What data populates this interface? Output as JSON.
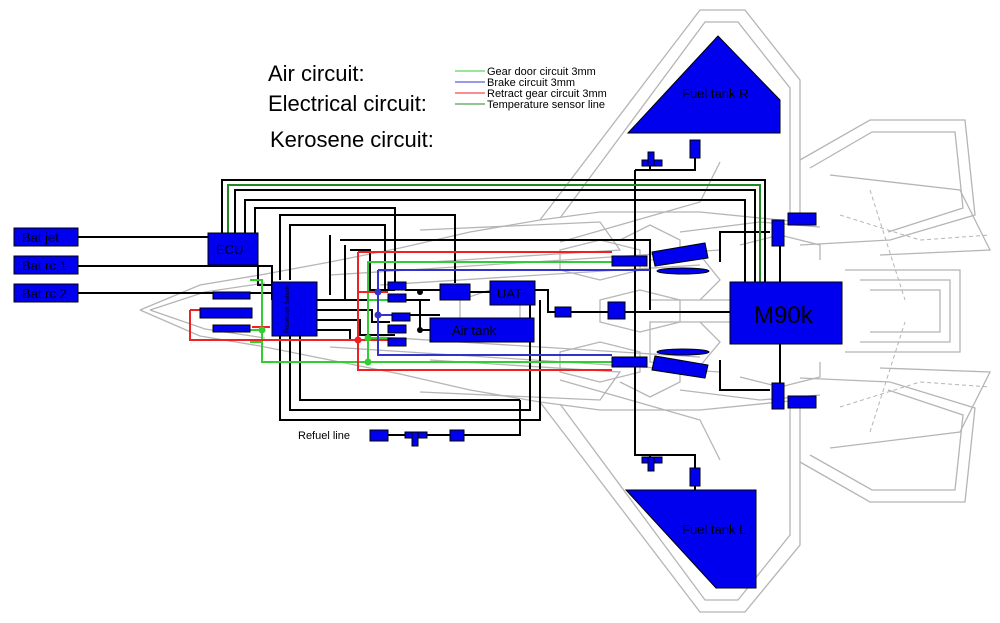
{
  "titles": {
    "air": "Air circuit:",
    "electrical": "Electrical circuit:",
    "kerosene": "Kerosene circuit:"
  },
  "legend": [
    {
      "label": "Gear door circuit 3mm",
      "color": "#33cc33"
    },
    {
      "label": "Brake circuit 3mm",
      "color": "#3333cc"
    },
    {
      "label": "Retract gear circuit 3mm",
      "color": "#ee2222"
    },
    {
      "label": "Temperature sensor line",
      "color": "#228822"
    }
  ],
  "components": {
    "bat_jet": "Bat jet",
    "bat_rc1": "Bat rc 1",
    "bat_rc2": "Bat rc 2",
    "ecu": "ECU",
    "powerbox": "Powerbox Sensor",
    "uat": "UAT",
    "air_tank": "Air tank",
    "engine": "M90k",
    "fuel_tank_r": "Fuel tank R",
    "fuel_tank_l": "Fuel tank L",
    "refuel": "Refuel line"
  },
  "colors": {
    "component_fill": "#0000ee",
    "outline": "#b8b8b8",
    "wire": "#000000"
  }
}
